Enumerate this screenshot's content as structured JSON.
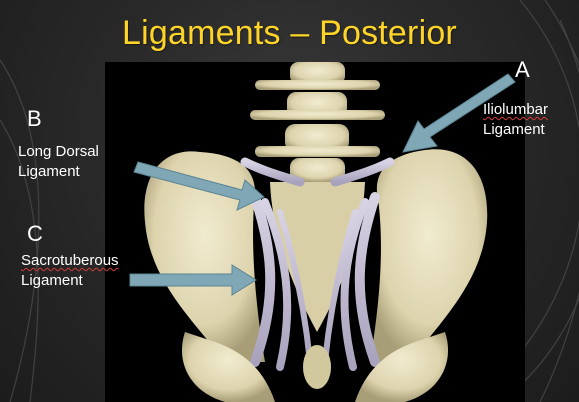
{
  "slide": {
    "title": "Ligaments – Posterior",
    "colors": {
      "title": "#ffd428",
      "background": "#2a2a2a",
      "label_text": "#ffffff",
      "arrow": "#7fa7b5",
      "bone": "#e6dfbf",
      "ligament": "#c9c3d8"
    }
  },
  "labels": {
    "a": {
      "letter": "A",
      "line1": "Iliolumbar",
      "line2": "Ligament"
    },
    "b": {
      "letter": "B",
      "line1": "Long Dorsal",
      "line2": "Ligament"
    },
    "c": {
      "letter": "C",
      "line1": "Sacrotuberous",
      "line2": "Ligament"
    }
  }
}
